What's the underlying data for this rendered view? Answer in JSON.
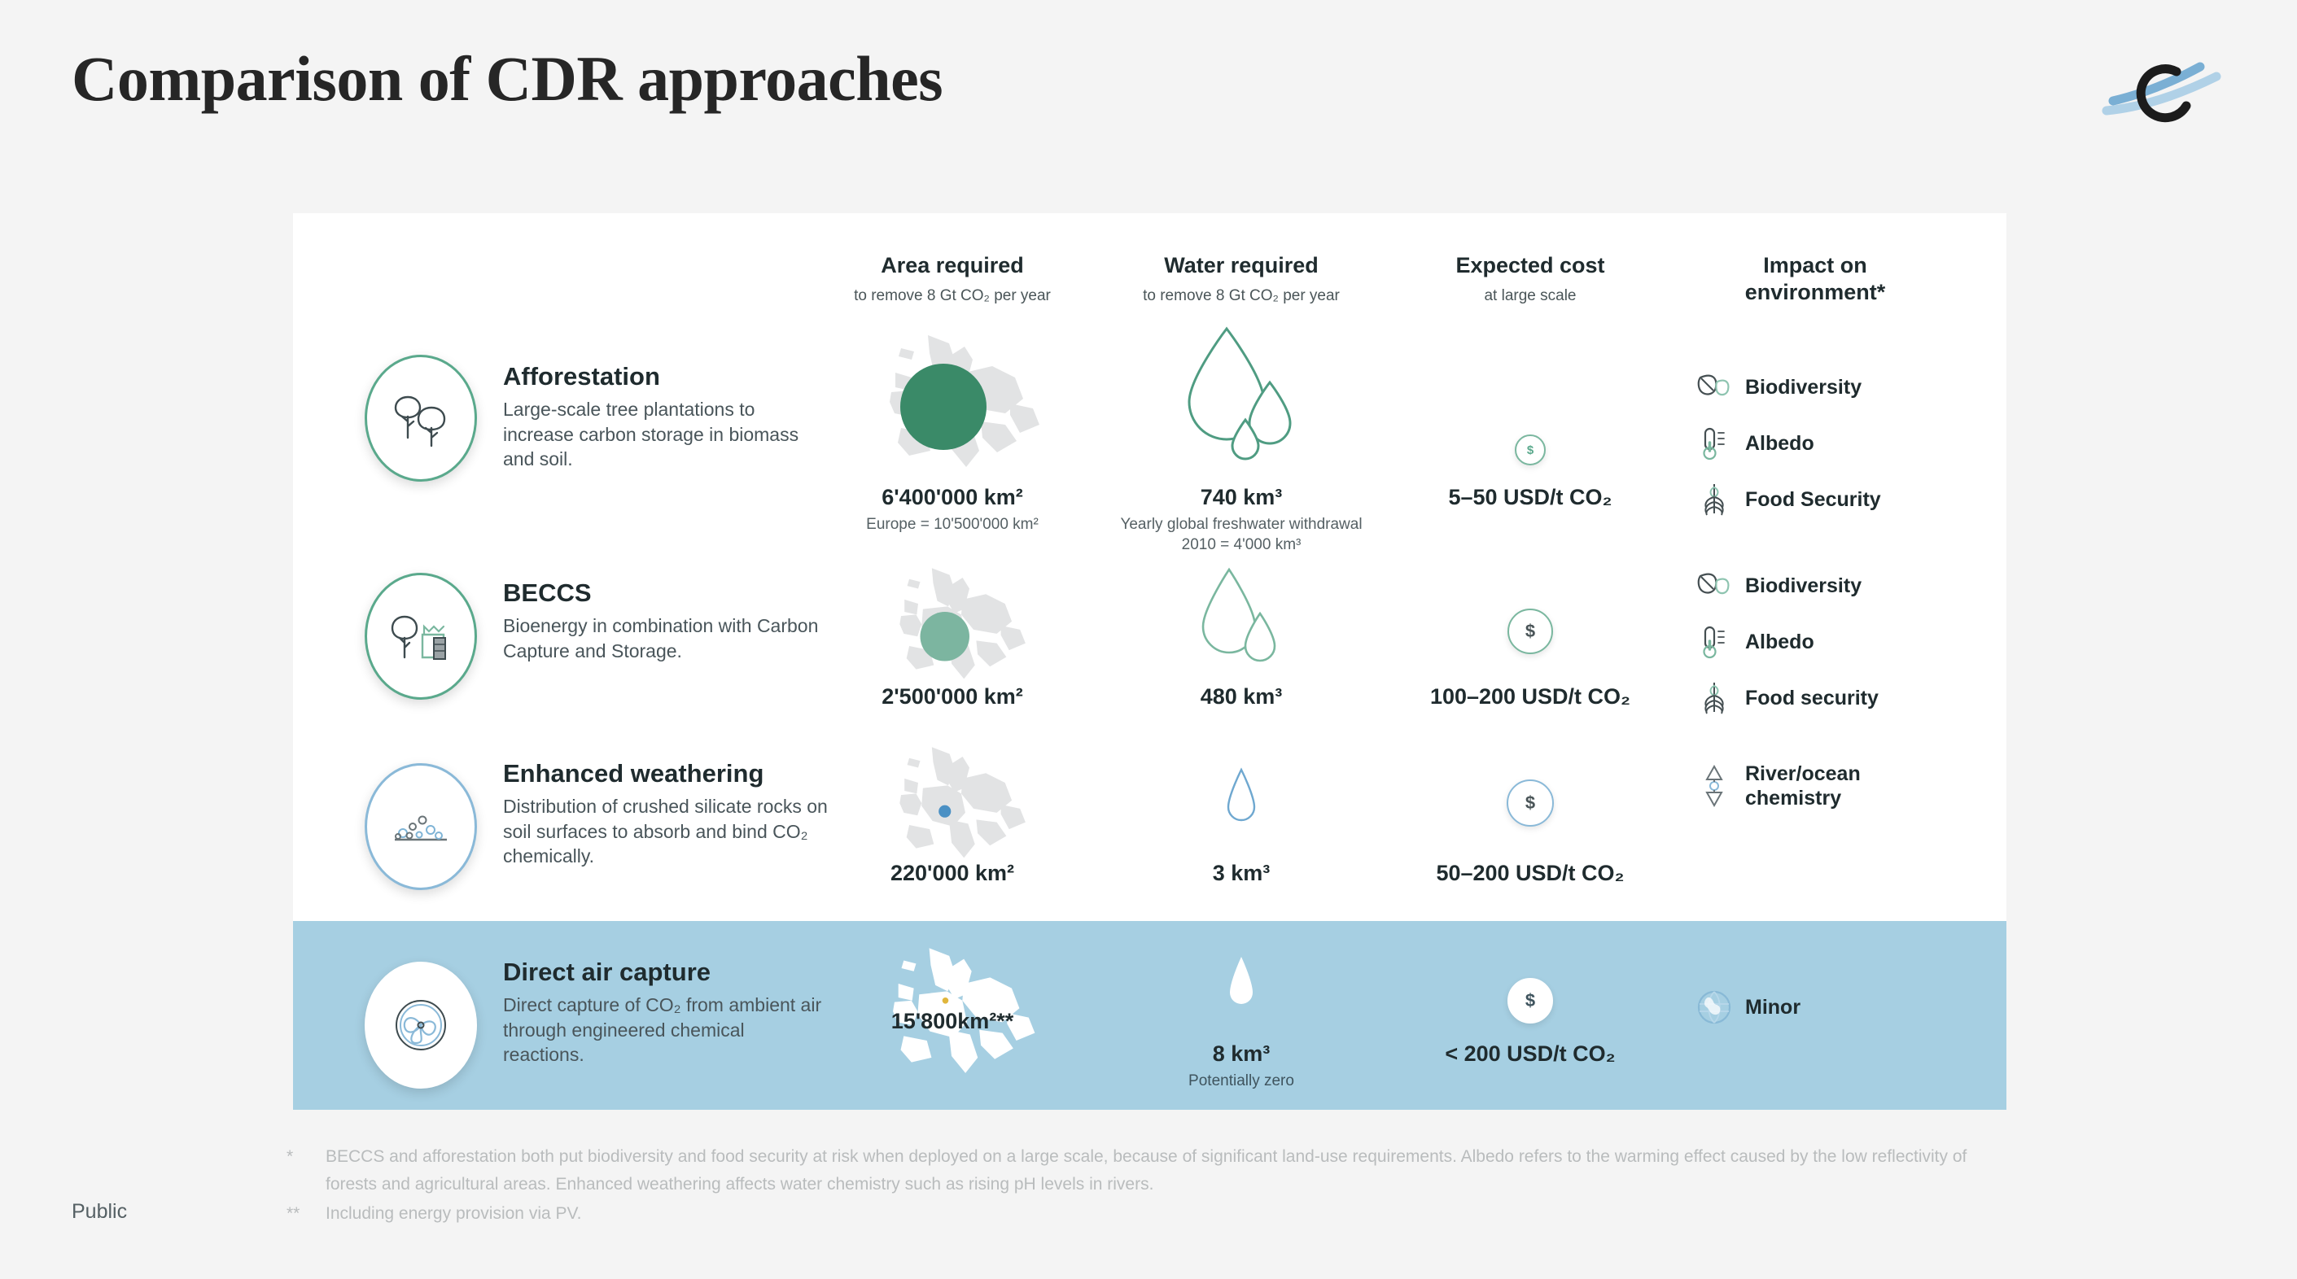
{
  "header": {
    "title": "Comparison of CDR approaches",
    "logo_name": "company-logo"
  },
  "columns": [
    {
      "key": "approach",
      "title": "",
      "subtitle": ""
    },
    {
      "key": "area",
      "title": "Area required",
      "subtitle": "to remove 8 Gt CO₂ per year"
    },
    {
      "key": "water",
      "title": "Water required",
      "subtitle": "to remove 8 Gt CO₂ per year"
    },
    {
      "key": "cost",
      "title": "Expected cost",
      "subtitle": "at large scale"
    },
    {
      "key": "impact",
      "title": "Impact on environment*",
      "subtitle": ""
    }
  ],
  "column_titles": {
    "area": "Area required",
    "water": "Water required",
    "cost": "Expected cost",
    "impact_line1": "Impact on",
    "impact_line2": "environment*"
  },
  "column_subtitles": {
    "area": "to remove 8 Gt CO₂ per year",
    "water": "to remove 8 Gt CO₂ per year",
    "cost": "at large scale"
  },
  "rows": [
    {
      "id": "afforestation",
      "name": "Afforestation",
      "description": "Large-scale tree plantations to increase carbon storage in biomass and soil.",
      "icon": "two-trees-icon",
      "area_value": "6'400'000 km²",
      "area_note": "Europe = 10'500'000 km²",
      "water_value": "740 km³",
      "water_note": "Yearly global freshwater withdrawal 2010 = 4'000 km³",
      "cost_value": "5–50 USD/t CO₂",
      "cost_icon": "coin-icon",
      "impacts": [
        {
          "label": "Biodiversity",
          "icon": "leaves-icon"
        },
        {
          "label": "Albedo",
          "icon": "thermometer-icon"
        },
        {
          "label": "Food Security",
          "icon": "wheat-icon"
        }
      ],
      "highlight": false
    },
    {
      "id": "beccs",
      "name": "BECCS",
      "description": "Bioenergy in combination with Carbon Capture and Storage.",
      "icon": "tree-factory-icon",
      "area_value": "2'500'000 km²",
      "area_note": "",
      "water_value": "480 km³",
      "water_note": "",
      "cost_value": "100–200 USD/t CO₂",
      "cost_icon": "dollar-coin-icon",
      "impacts": [
        {
          "label": "Biodiversity",
          "icon": "leaves-icon"
        },
        {
          "label": "Albedo",
          "icon": "thermometer-icon"
        },
        {
          "label": "Food security",
          "icon": "wheat-icon"
        }
      ],
      "highlight": false
    },
    {
      "id": "enhanced-weathering",
      "name": "Enhanced weathering",
      "description": "Distribution of crushed silicate rocks on soil surfaces to absorb and bind CO₂ chemically.",
      "icon": "rock-particles-icon",
      "area_value": "220'000 km²",
      "area_note": "",
      "water_value": "3 km³",
      "water_note": "",
      "cost_value": "50–200 USD/t CO₂",
      "cost_icon": "dollar-coin-icon",
      "impacts": [
        {
          "label": "River/ocean chemistry",
          "icon": "flask-icon"
        }
      ],
      "highlight": false
    },
    {
      "id": "direct-air-capture",
      "name": "Direct air capture",
      "description": "Direct capture of CO₂ from ambient air through engineered chemical reactions.",
      "icon": "fan-collector-icon",
      "area_value": "15'800km²**",
      "area_note": "",
      "water_value": "8 km³",
      "water_note": "Potentially zero",
      "cost_value": "< 200 USD/t CO₂",
      "cost_icon": "dollar-coin-icon",
      "impacts": [
        {
          "label": "Minor",
          "icon": "globe-icon"
        }
      ],
      "highlight": true
    }
  ],
  "footnotes": [
    {
      "mark": "*",
      "text": "BECCS and afforestation both put biodiversity and food security at risk when deployed on a large scale, because of significant land-use requirements. Albedo refers to the warming effect caused by the low reflectivity of forests and agricultural areas. Enhanced weathering affects water chemistry such as rising pH levels in rivers."
    },
    {
      "mark": "**",
      "text": "Including energy provision via PV."
    }
  ],
  "classification": "Public",
  "colors": {
    "background": "#f4f4f4",
    "card": "#ffffff",
    "highlight_band": "#a6cfe2",
    "accent_green_dark": "#3a8a68",
    "accent_green_light": "#7cb5a0",
    "accent_blue": "#4a90c4",
    "map_grey": "#e2e3e4",
    "text_dark": "#1f2b2e",
    "text_muted": "#556064",
    "footnote_grey": "#b9bcbd"
  },
  "chart_data": {
    "type": "table",
    "title": "Comparison of CDR approaches",
    "categories": [
      "Afforestation",
      "BECCS",
      "Enhanced weathering",
      "Direct air capture"
    ],
    "series": [
      {
        "name": "Area required (km²) to remove 8 Gt CO2 per year",
        "values": [
          6400000,
          2500000,
          220000,
          15800
        ]
      },
      {
        "name": "Water required (km³) to remove 8 Gt CO2 per year",
        "values": [
          740,
          480,
          3,
          8
        ]
      },
      {
        "name": "Expected cost low (USD/t CO2)",
        "values": [
          5,
          100,
          50,
          0
        ]
      },
      {
        "name": "Expected cost high (USD/t CO2)",
        "values": [
          50,
          200,
          200,
          200
        ]
      }
    ],
    "reference_values": {
      "Europe area km2": 10500000,
      "Yearly global freshwater withdrawal 2010 km3": 4000
    },
    "xlabel": "CDR approach",
    "ylabel": "",
    "legend": "top"
  }
}
